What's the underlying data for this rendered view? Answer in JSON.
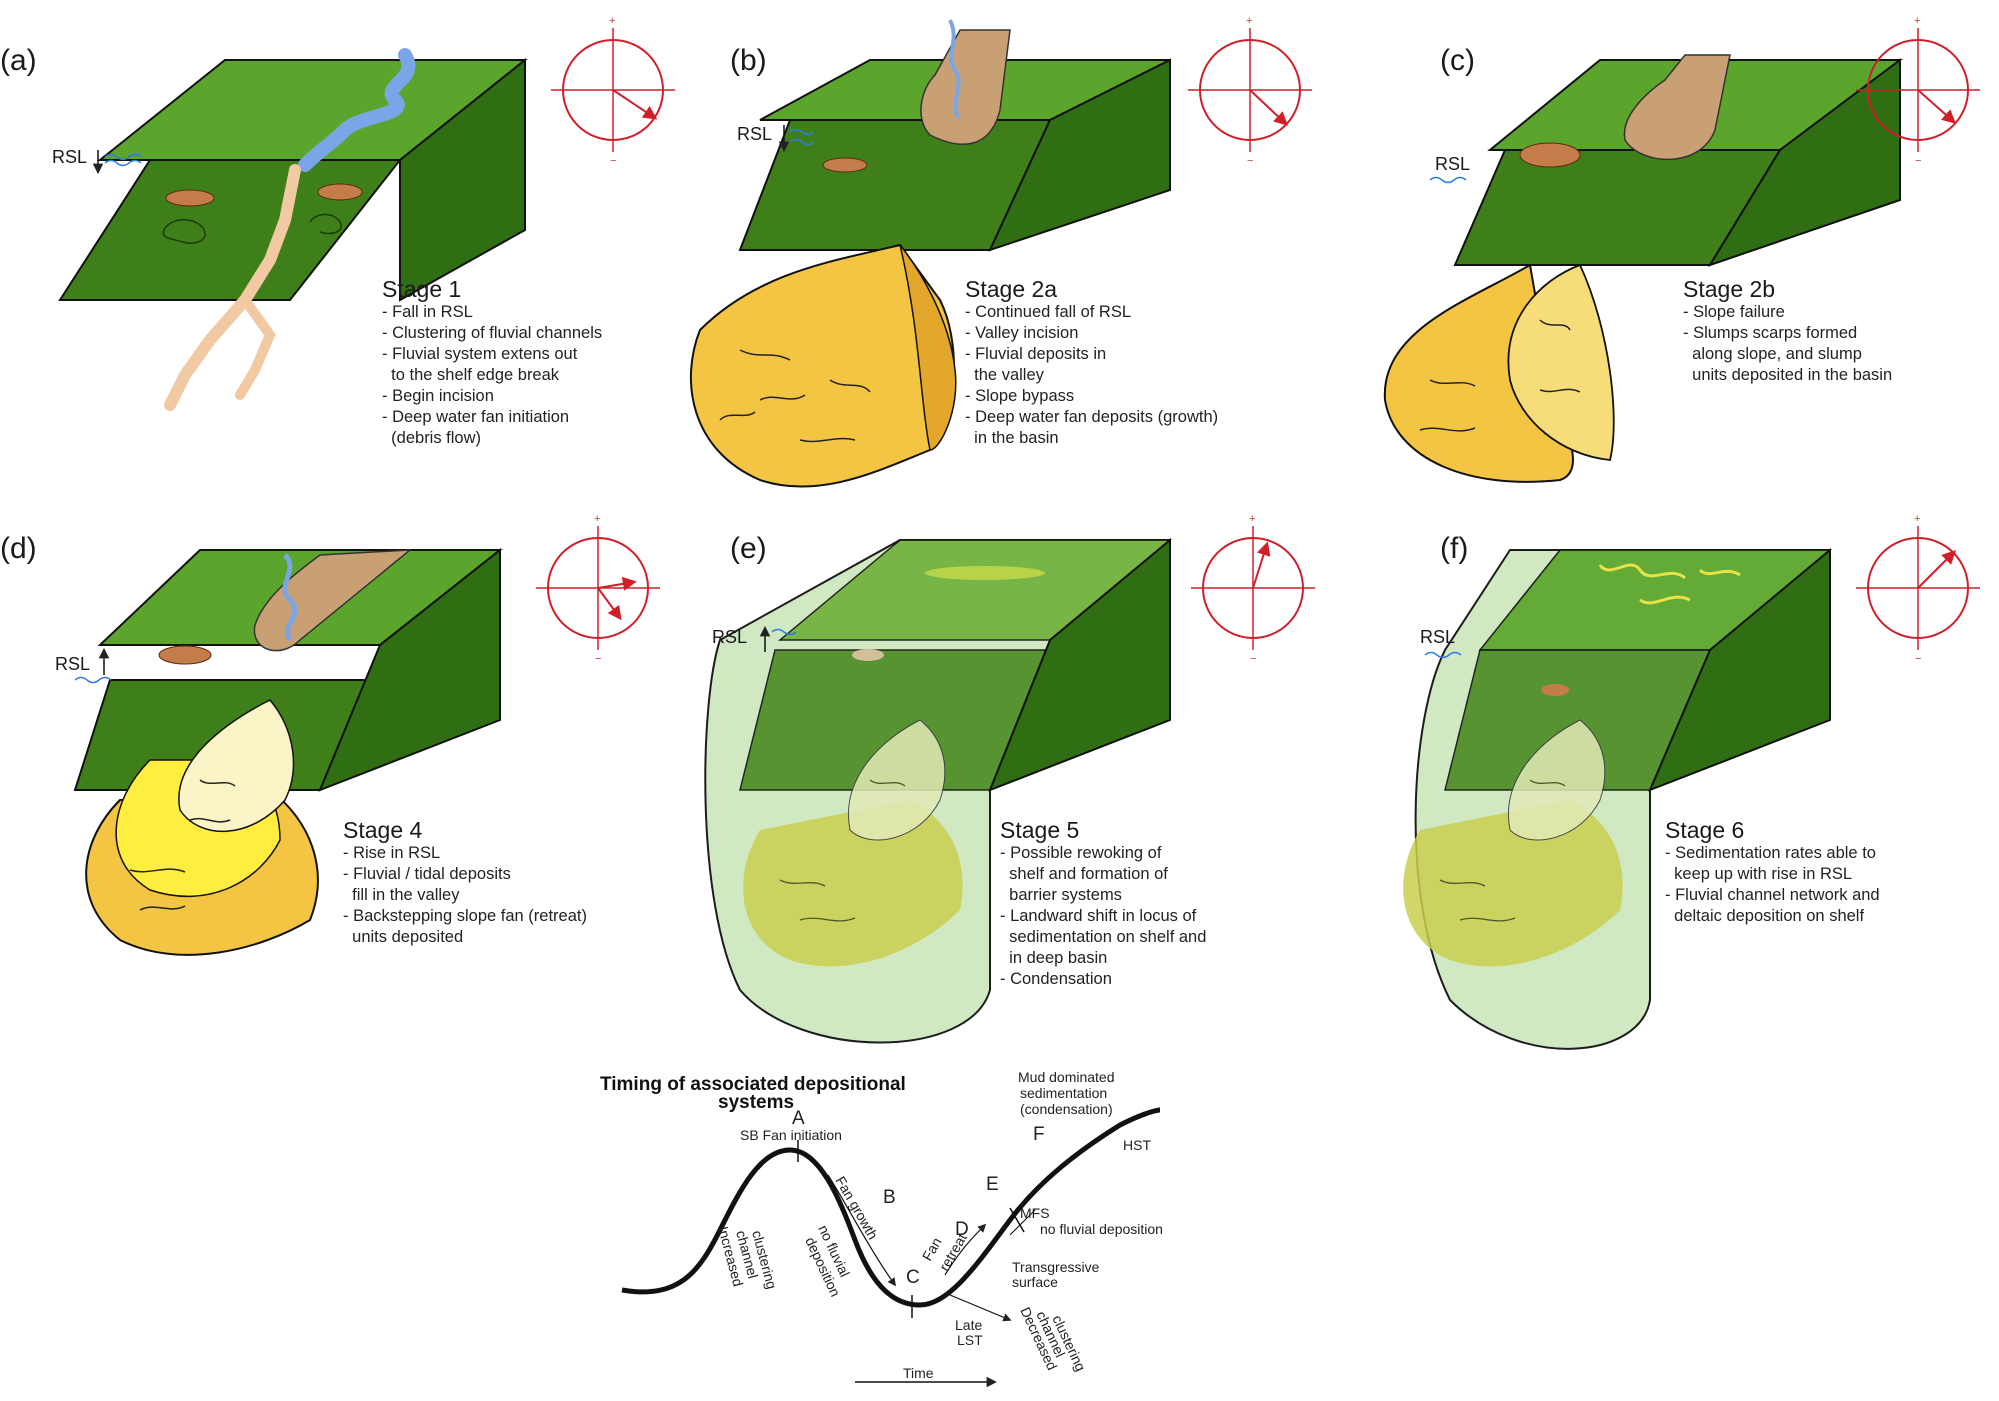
{
  "colors": {
    "shelf_top": "#4f9a23",
    "shelf_side": "#3b7a16",
    "shelf_front": "#356e13",
    "fan_fill": "#f4c542",
    "fan_dark": "#e2a72b",
    "valley": "#c8a074",
    "river": "#7aa6e8",
    "rise_overlay": "#cfe8c0",
    "compass": "#d11f2a"
  },
  "panels": [
    {
      "letter": "(a)",
      "rsl": "RSL",
      "stage": "Stage 1",
      "lines": [
        "- Fall in RSL",
        "- Clustering of fluvial channels",
        "- Fluvial system extens out",
        "  to the shelf edge break",
        "- Begin incision",
        "- Deep water fan initiation",
        "  (debris flow)"
      ]
    },
    {
      "letter": "(b)",
      "rsl": "RSL",
      "stage": "Stage 2a",
      "lines": [
        "- Continued fall of RSL",
        "- Valley incision",
        "- Fluvial deposits in",
        "  the valley",
        "- Slope bypass",
        "- Deep water fan deposits (growth)",
        "  in the basin"
      ]
    },
    {
      "letter": "(c)",
      "rsl": "RSL",
      "stage": "Stage 2b",
      "lines": [
        "- Slope failure",
        "- Slumps scarps formed",
        "  along slope, and slump",
        "  units deposited in the basin"
      ]
    },
    {
      "letter": "(d)",
      "rsl": "RSL",
      "stage": "Stage 4",
      "lines": [
        "- Rise in RSL",
        "- Fluvial / tidal deposits",
        "  fill in the valley",
        "- Backstepping slope fan (retreat)",
        "  units deposited"
      ]
    },
    {
      "letter": "(e)",
      "rsl": "RSL",
      "stage": "Stage 5",
      "lines": [
        "- Possible rewoking of",
        "  shelf and formation of",
        "  barrier systems",
        "- Landward shift in locus of",
        "  sedimentation on shelf and",
        "  in deep basin",
        "- Condensation"
      ]
    },
    {
      "letter": "(f)",
      "rsl": "RSL",
      "stage": "Stage 6",
      "lines": [
        "- Sedimentation rates able to",
        "  keep up with rise in RSL",
        "- Fluvial channel network and",
        "  deltaic deposition on shelf"
      ]
    }
  ],
  "compass": {
    "tick_plus": "+",
    "tick_minus": "−"
  },
  "timing": {
    "title_line1": "Timing of associated depositional",
    "title_line2": "systems",
    "letter_a": "A",
    "letter_b": "B",
    "letter_c": "C",
    "letter_d": "D",
    "letter_e": "E",
    "letter_f": "F",
    "sb_fan": "SB Fan initiation",
    "fan_growth": "Fan growth",
    "no_fluvial_1": "no fluvial",
    "no_fluvial_2": "deposition",
    "inc_1": "Increased",
    "inc_2": "channel",
    "inc_3": "clustering",
    "fan_retreat_1": "Fan",
    "fan_retreat_2": "retreat",
    "mfs": "MFS",
    "mfs_note": "no fluvial deposition",
    "trans_1": "Transgressive",
    "trans_2": "surface",
    "late_1": "Late",
    "late_2": "LST",
    "dec_1": "Decreased",
    "dec_2": "channel",
    "dec_3": "clustering",
    "mud_1": "Mud dominated",
    "mud_2": "sedimentation",
    "mud_3": "(condensation)",
    "hst": "HST",
    "time": "Time"
  }
}
